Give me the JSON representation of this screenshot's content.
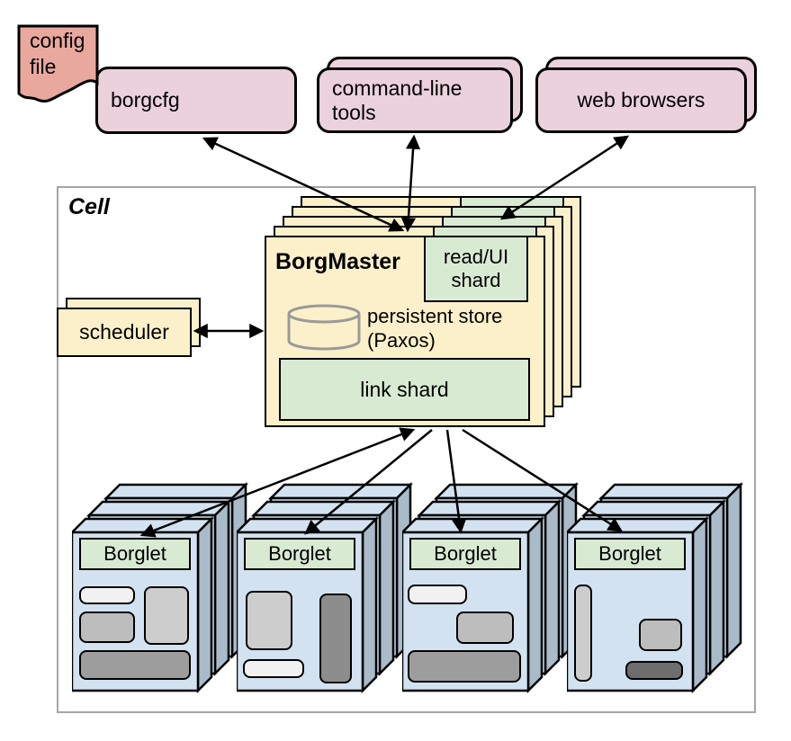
{
  "palette": {
    "salmon": "#e8a89e",
    "pink": "#ead1dc",
    "yellow": "#fcf0ca",
    "green": "#d9ead3",
    "blue_face": "#d3e2f0",
    "blue_side": "#a9bac9",
    "cell_border": "#a6a6a6",
    "cylinder_stroke": "#9a9a9a"
  },
  "external": {
    "config_file_lines": [
      "config",
      "file"
    ],
    "borgcfg_label": "borgcfg",
    "command_line_tools_lines": [
      "command-line",
      "tools"
    ],
    "web_browsers_label": "web browsers"
  },
  "cell": {
    "label": "Cell",
    "scheduler_label": "scheduler",
    "borgmaster": {
      "title": "BorgMaster",
      "read_ui_shard_lines": [
        "read/UI",
        "shard"
      ],
      "persistent_store_lines": [
        "persistent store",
        "(Paxos)"
      ],
      "link_shard_label": "link shard"
    },
    "borglets": [
      {
        "label": "Borglet"
      },
      {
        "label": "Borglet"
      },
      {
        "label": "Borglet"
      },
      {
        "label": "Borglet"
      }
    ]
  }
}
